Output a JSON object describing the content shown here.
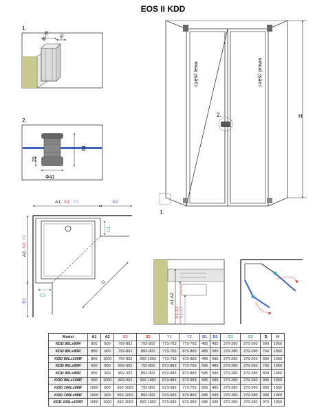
{
  "title": "EOS II KDD",
  "colors": {
    "green": "#2fb36a",
    "red": "#d42d2d",
    "purple": "#8b80d6",
    "blue": "#3b62c4",
    "cyan": "#3aa8c8",
    "olive": "#c7c98f"
  },
  "detail1": {
    "number": "1.",
    "dim_a": "45-55",
    "dim_b": "40"
  },
  "detail2": {
    "number": "2.",
    "dim_height_a": "29",
    "dim_height_b": "64",
    "diameter": "Φ41"
  },
  "main": {
    "left_label": "część lewa",
    "right_label": "część prawa",
    "callout_2": "2.",
    "callout_1": "1.",
    "height": "H"
  },
  "plan": {
    "top_a": "A1,",
    "top_x": "X1,",
    "top_y": "Y1",
    "top_b": "B2",
    "left_a": "A2,",
    "left_x": "X2,",
    "left_y": "Y2",
    "left_b": "B1",
    "c1": "C1",
    "c2": "C2",
    "d": "D"
  },
  "profile": {
    "a_label": "A1,A2",
    "x_label": "X1,X2",
    "y_label": "Y1,Y2"
  },
  "table": {
    "headers": [
      "Model",
      "A1",
      "A2",
      "X1",
      "X2",
      "Y1",
      "Y2",
      "B1",
      "B2",
      "C1",
      "C2",
      "D",
      "H"
    ],
    "rows": [
      [
        "KDD 80Lx80R",
        "800",
        "800",
        "792-802",
        "792-802",
        "773-783",
        "773-783",
        "485",
        "485",
        "270-280",
        "270-280",
        "690",
        "1950"
      ],
      [
        "KDD 80Lx90R",
        "800",
        "900",
        "792-802",
        "892-902",
        "773-783",
        "873-883",
        "485",
        "585",
        "270-280",
        "270-280",
        "760",
        "1950"
      ],
      [
        "KDD 80Lx100R",
        "800",
        "1000",
        "792-802",
        "992-1002",
        "773-783",
        "973-983",
        "485",
        "685",
        "270-280",
        "270-280",
        "830",
        "1950"
      ],
      [
        "KDD 90Lx80R",
        "900",
        "800",
        "892-902",
        "792-802",
        "873-883",
        "773-783",
        "585",
        "485",
        "270-280",
        "270-280",
        "760",
        "1950"
      ],
      [
        "KDD 90Lx90R",
        "900",
        "900",
        "892-902",
        "892-902",
        "873-883",
        "873-883",
        "585",
        "585",
        "270-280",
        "270-280",
        "830",
        "1950"
      ],
      [
        "KDD 90Lx100R",
        "900",
        "1000",
        "892-902",
        "992-1002",
        "873-883",
        "973-983",
        "585",
        "685",
        "270-280",
        "270-280",
        "900",
        "1950"
      ],
      [
        "KDD 100Lx80R",
        "1000",
        "800",
        "992-1002",
        "792-802",
        "973-983",
        "773-783",
        "685",
        "485",
        "270-280",
        "270-280",
        "830",
        "1950"
      ],
      [
        "KDD 100Lx90R",
        "1000",
        "900",
        "992-1002",
        "892-902",
        "973-983",
        "873-883",
        "685",
        "585",
        "270-280",
        "270-280",
        "900",
        "1950"
      ],
      [
        "KDD 100Lx100R",
        "1000",
        "1000",
        "992-1002",
        "992-1002",
        "973-983",
        "973-983",
        "685",
        "685",
        "270-280",
        "270-280",
        "970",
        "1950"
      ]
    ]
  }
}
